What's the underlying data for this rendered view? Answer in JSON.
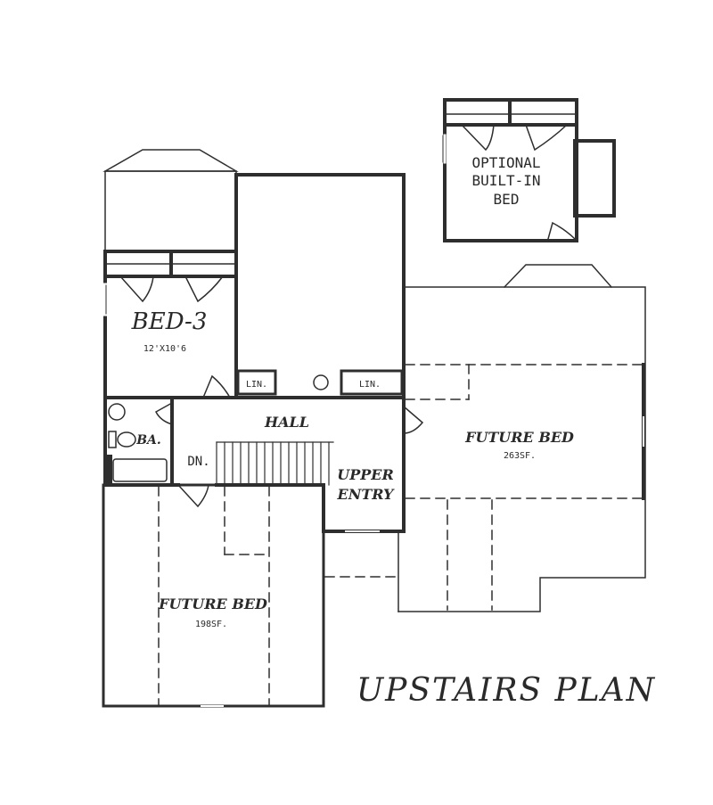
{
  "title": "UPSTAIRS PLAN",
  "colors": {
    "wall": "#2e2e2e",
    "line": "#3a3a3a",
    "paper": "#ffffff"
  },
  "rooms": {
    "optional": {
      "line1": "OPTIONAL",
      "line2": "BUILT-IN",
      "line3": "BED"
    },
    "bed3": {
      "name": "BED-3",
      "size": "12'X10'6"
    },
    "linen_left": "LIN.",
    "linen_right": "LIN.",
    "hall": "HALL",
    "bath": "BA.",
    "stairs_down": "DN.",
    "upper_entry": {
      "line1": "UPPER",
      "line2": "ENTRY"
    },
    "future_bed_right": {
      "name": "FUTURE BED",
      "area": "263SF."
    },
    "future_bed_left": {
      "name": "FUTURE BED",
      "area": "198SF."
    }
  }
}
